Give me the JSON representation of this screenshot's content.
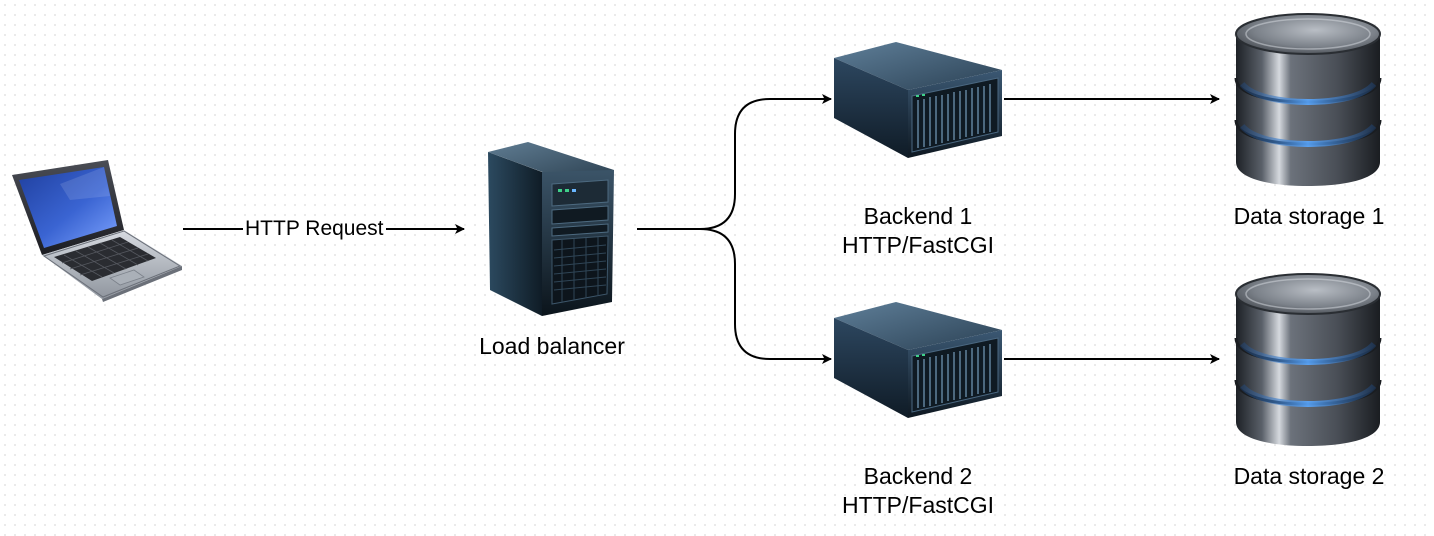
{
  "diagram": {
    "client": {
      "icon": "laptop-icon"
    },
    "request_edge": {
      "label": "HTTP Request"
    },
    "load_balancer": {
      "icon": "tower-server-icon",
      "label": "Load balancer"
    },
    "backends": [
      {
        "icon": "rack-server-icon",
        "label_line1": "Backend 1",
        "label_line2": "HTTP/FastCGI"
      },
      {
        "icon": "rack-server-icon",
        "label_line1": "Backend 2",
        "label_line2": "HTTP/FastCGI"
      }
    ],
    "storages": [
      {
        "icon": "database-icon",
        "label": "Data storage 1"
      },
      {
        "icon": "database-icon",
        "label": "Data storage 2"
      }
    ],
    "colors": {
      "edge": "#000000",
      "background": "#ffffff",
      "grid_dot": "#e4e4e4",
      "database_ring_glow": "#5aa8ff"
    }
  }
}
